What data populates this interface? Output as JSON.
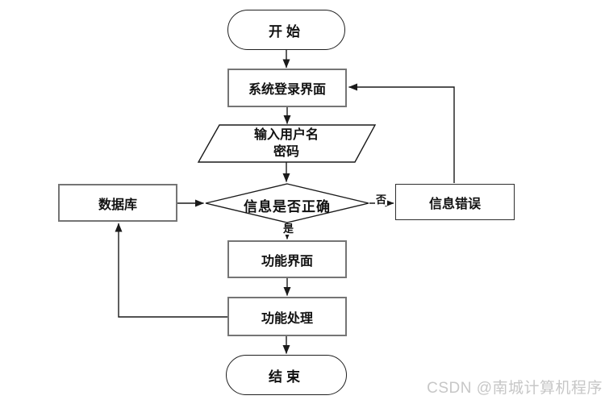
{
  "diagram": {
    "title_implicit": "login-flowchart",
    "nodes": {
      "start": {
        "label": "开始",
        "shape": "terminator"
      },
      "login_screen": {
        "label": "系统登录界面",
        "shape": "process"
      },
      "input_credentials": {
        "label_line1": "输入用户名",
        "label_line2": "密码",
        "shape": "io-parallelogram"
      },
      "decision": {
        "label": "信息是否正确",
        "shape": "decision-diamond"
      },
      "database": {
        "label": "数据库",
        "shape": "process"
      },
      "info_error": {
        "label": "信息错误",
        "shape": "process"
      },
      "function_screen": {
        "label": "功能界面",
        "shape": "process"
      },
      "function_process": {
        "label": "功能处理",
        "shape": "process"
      },
      "end": {
        "label": "结束",
        "shape": "terminator"
      }
    },
    "edge_labels": {
      "yes": "是",
      "no": "否"
    },
    "colors": {
      "background": "#ffffff",
      "line": "#1a1a1a",
      "rect_border": "#757575",
      "text": "#111111",
      "watermark": "#c7c7c7"
    }
  },
  "watermark": {
    "text": "CSDN @南城计算机程序"
  }
}
